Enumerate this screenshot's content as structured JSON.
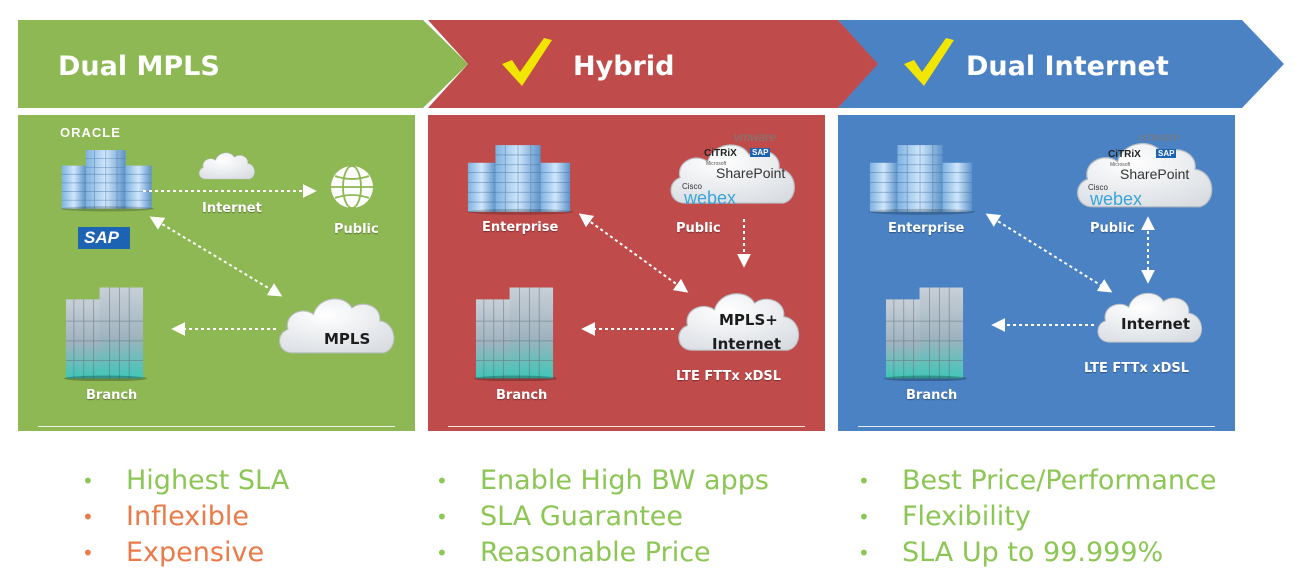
{
  "banners": {
    "mpls": {
      "title": "Dual MPLS",
      "color": "#8db853"
    },
    "hybrid": {
      "title": "Hybrid",
      "color": "#c04b4b",
      "checkmark": true
    },
    "internet": {
      "title": "Dual Internet",
      "color": "#4a82c4",
      "checkmark": true
    }
  },
  "panels": {
    "mpls": {
      "logo_oracle": "ORACLE",
      "logo_sap": "SAP",
      "cloud_label": "Internet",
      "public_label": "Public",
      "core_cloud": "MPLS",
      "branch_label": "Branch"
    },
    "hybrid": {
      "enterprise_label": "Enterprise",
      "public_label": "Public",
      "core_cloud_line1": "MPLS+",
      "core_cloud_line2": "Internet",
      "access_types": "LTE FTTx xDSL",
      "branch_label": "Branch",
      "apps": {
        "vmware": "vmware",
        "citrix": "CiTRiX",
        "sap": "SAP",
        "microsoft": "Microsoft",
        "sharepoint": "SharePoint",
        "cisco": "Cisco",
        "webex": "webex"
      }
    },
    "internet": {
      "enterprise_label": "Enterprise",
      "public_label": "Public",
      "core_cloud": "Internet",
      "access_types": "LTE FTTx xDSL",
      "branch_label": "Branch",
      "apps": {
        "vmware": "vmware",
        "citrix": "CiTRiX",
        "sap": "SAP",
        "microsoft": "Microsoft",
        "sharepoint": "SharePoint",
        "cisco": "Cisco",
        "webex": "webex"
      }
    }
  },
  "bullets": {
    "mpls": [
      "Highest SLA",
      "Inflexible",
      "Expensive"
    ],
    "hybrid": [
      "Enable High BW apps",
      "SLA Guarantee",
      "Reasonable Price"
    ],
    "internet": [
      "Best Price/Performance",
      "Flexibility",
      "SLA Up to 99.999%"
    ]
  },
  "colors": {
    "positive": "#8cc654",
    "negative": "#ea7a47",
    "check": "#f2e600"
  }
}
